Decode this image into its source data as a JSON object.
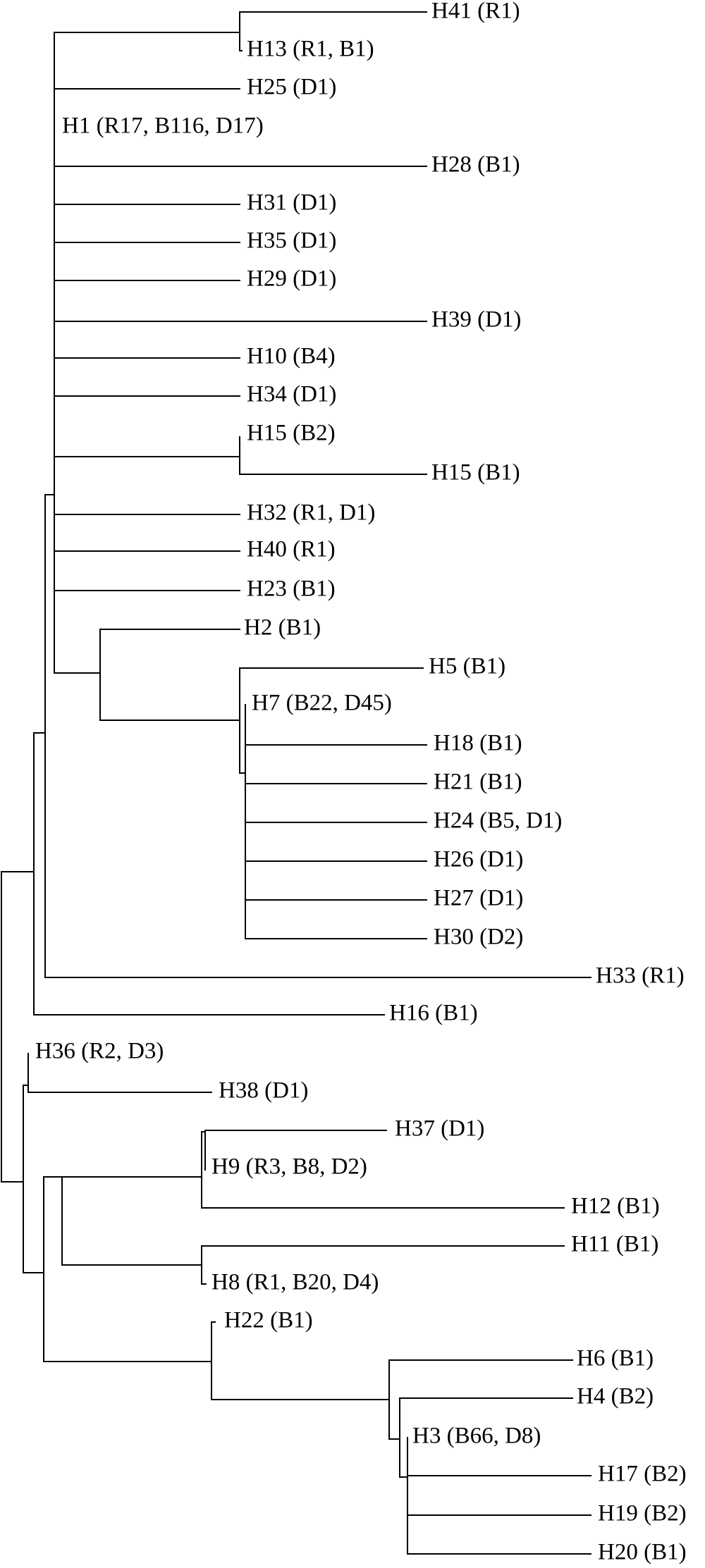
{
  "colors": {
    "line": "#000000",
    "text": "#000000",
    "background": "#ffffff"
  },
  "taxa": {
    "h41": "H41 (R1)",
    "h13": "H13 (R1, B1)",
    "h25": "H25 (D1)",
    "h1": "H1 (R17, B116, D17)",
    "h28": "H28 (B1)",
    "h31": "H31 (D1)",
    "h35": "H35 (D1)",
    "h29": "H29 (D1)",
    "h39": "H39 (D1)",
    "h10": "H10 (B4)",
    "h34": "H34 (D1)",
    "h15_b2": "H15 (B2)",
    "h15_b1": "H15 (B1)",
    "h32": "H32 (R1, D1)",
    "h40": "H40 (R1)",
    "h23": "H23 (B1)",
    "h2": "H2 (B1)",
    "h5": "H5 (B1)",
    "h7": "H7 (B22, D45)",
    "h18": "H18 (B1)",
    "h21": "H21 (B1)",
    "h24": "H24 (B5, D1)",
    "h26": "H26 (D1)",
    "h27": "H27 (D1)",
    "h30": "H30 (D2)",
    "h33": "H33 (R1)",
    "h16": "H16 (B1)",
    "h36": "H36 (R2, D3)",
    "h38": "H38 (D1)",
    "h37": "H37 (D1)",
    "h9": "H9 (R3, B8, D2)",
    "h12": "H12 (B1)",
    "h11": "H11 (B1)",
    "h8": "H8 (R1, B20, D4)",
    "h22": "H22 (B1)",
    "h6": "H6 (B1)",
    "h4": "H4 (B2)",
    "h3": "H3 (B66, D8)",
    "h17": "H17 (B2)",
    "h19": "H19 (B2)",
    "h20": "H20 (B1)"
  }
}
